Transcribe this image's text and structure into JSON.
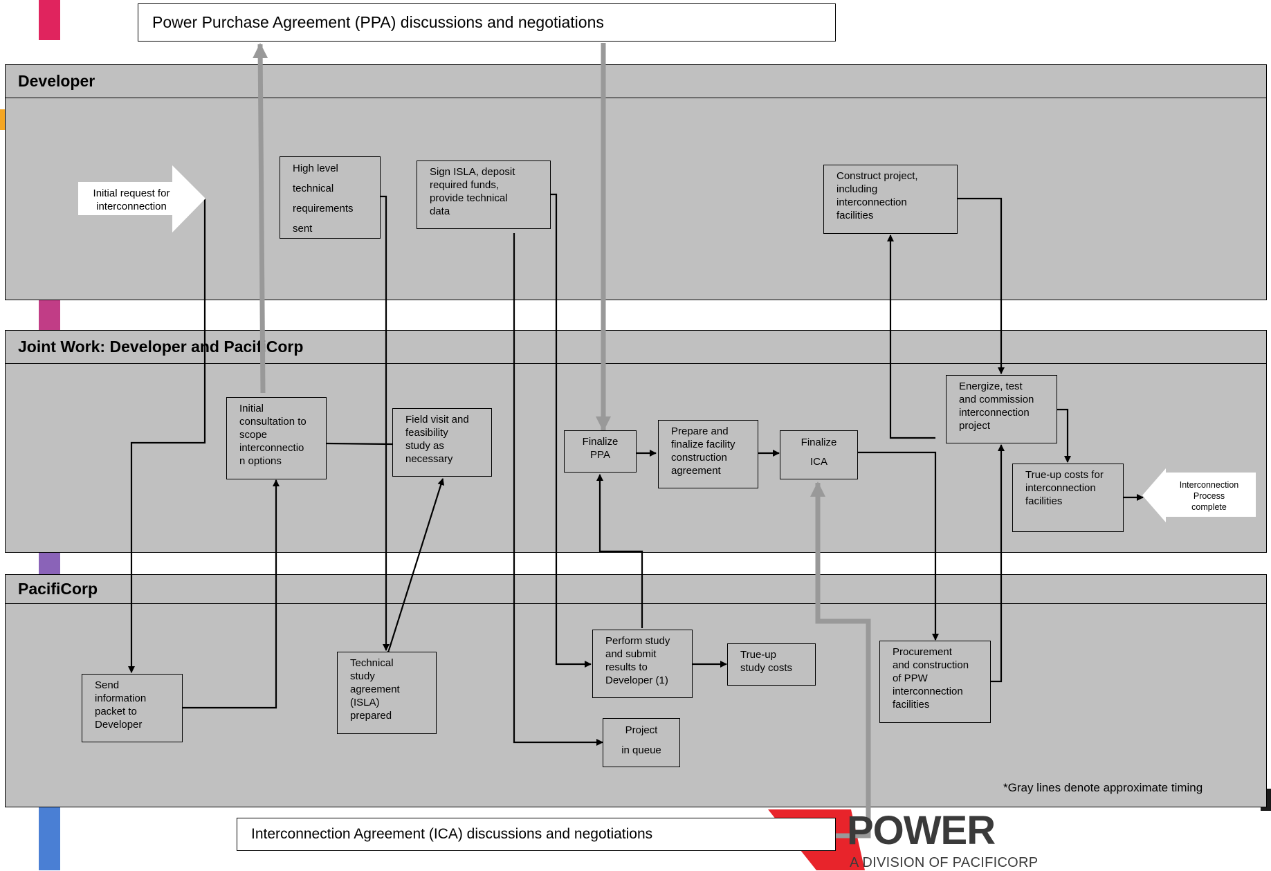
{
  "lanes": {
    "developer": "Developer",
    "joint": "Joint Work: Developer and PacifiCorp",
    "pacificorp": "PacifiCorp"
  },
  "bands": {
    "ppa": "Power Purchase Agreement (PPA) discussions and negotiations",
    "ica": "Interconnection Agreement (ICA) discussions and negotiations"
  },
  "arrows": {
    "start": "Initial request for\ninterconnection",
    "end": "Interconnection\nProcess\ncomplete"
  },
  "steps": {
    "high_level": "High level\ntechnical\nrequirements\nsent",
    "sign_isla": "Sign ISLA, deposit\nrequired funds,\nprovide technical\ndata",
    "construct": "Construct project,\nincluding\ninterconnection\nfacilities",
    "initial_consult": "Initial\nconsultation to\nscope\ninterconnectio\nn options",
    "field_visit": "Field visit and\nfeasibility\nstudy as\nnecessary",
    "finalize_ppa": "Finalize\nPPA",
    "prepare_fca": "Prepare and\nfinalize facility\nconstruction\nagreement",
    "finalize_ica": "Finalize\nICA",
    "energize": "Energize, test\nand commission\ninterconnection\nproject",
    "trueup_facilities": "True-up costs for\ninterconnection\nfacilities",
    "send_info": "Send\ninformation\npacket to\nDeveloper",
    "isla_prepared": "Technical\nstudy\nagreement\n(ISLA)\nprepared",
    "perform_study": "Perform study\nand submit\nresults to\nDeveloper (1)",
    "trueup_study": "True-up\nstudy costs",
    "project_queue": "Project\nin queue",
    "procurement": "Procurement\nand construction\nof PPW\ninterconnection\nfacilities"
  },
  "note": "*Gray lines denote approximate timing",
  "logo": {
    "main": "POWER",
    "sub": "A DIVISION OF PACIFICORP"
  },
  "colors": {
    "lane_fill": "#c0c0c0",
    "timing_line": "#999999",
    "accent_bar": [
      "#e0245e",
      "#f5a623",
      "#c13d86",
      "#8a63b8",
      "#4a7fd4"
    ],
    "logo_red": "#e8242b"
  }
}
